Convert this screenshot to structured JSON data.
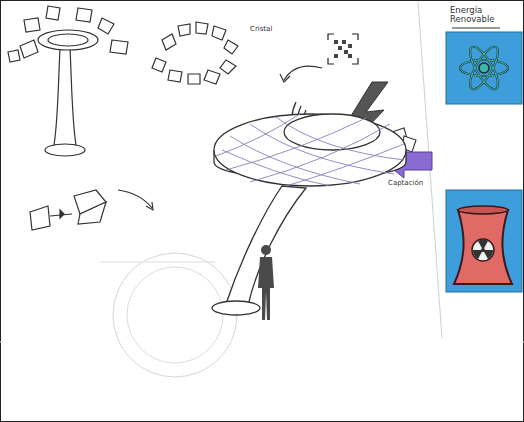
{
  "diagram": {
    "labels": [
      "Cristal",
      "Captación",
      "Energía Renovable"
    ]
  }
}
